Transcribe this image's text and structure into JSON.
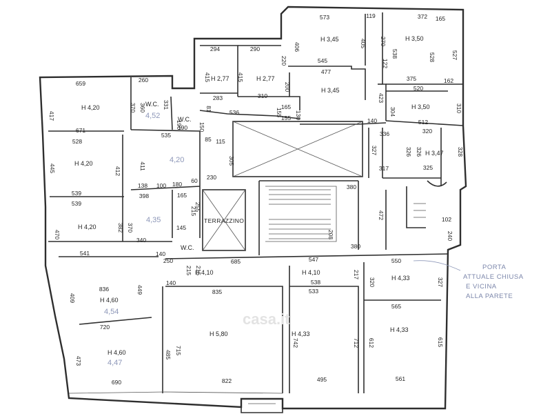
{
  "watermark": "casa.it",
  "terrace_label": "TERRAZZINO",
  "note_lines": [
    "PORTA",
    "ATTUALE CHIUSA",
    "E VICINA",
    "ALLA PARETE"
  ],
  "heights": [
    {
      "id": "h-345-a",
      "text": "H 3,45"
    },
    {
      "id": "h-350-a",
      "text": "H 3,50"
    },
    {
      "id": "h-277-a",
      "text": "H 2,77"
    },
    {
      "id": "h-277-b",
      "text": "H 2,77"
    },
    {
      "id": "h-345-b",
      "text": "H 3,45"
    },
    {
      "id": "h-350-b",
      "text": "H 3,50"
    },
    {
      "id": "h-420-a",
      "text": "H 4,20"
    },
    {
      "id": "wc-1",
      "text": "W.C."
    },
    {
      "id": "wc-2",
      "text": "W.C."
    },
    {
      "id": "h-420-b",
      "text": "H 4,20"
    },
    {
      "id": "h-347",
      "text": "H 3,47"
    },
    {
      "id": "h-420-c",
      "text": "H 4,20"
    },
    {
      "id": "wc-3",
      "text": "W.C."
    },
    {
      "id": "h-410-a",
      "text": "H 4,10"
    },
    {
      "id": "h-410-b",
      "text": "H 4,10"
    },
    {
      "id": "h-433-a",
      "text": "H 4,33"
    },
    {
      "id": "h-460-a",
      "text": "H 4,60"
    },
    {
      "id": "h-580",
      "text": "H 5,80"
    },
    {
      "id": "h-433-b",
      "text": "H 4,33"
    },
    {
      "id": "h-433-c",
      "text": "H 4,33"
    },
    {
      "id": "h-460-b",
      "text": "H 4,60"
    }
  ],
  "handwritten": [
    "4,52",
    "4,20",
    "4,35",
    "4,54",
    "4,47"
  ],
  "dimensions": [
    "573",
    "119",
    "372",
    "165",
    "406",
    "405",
    "270",
    "538",
    "528",
    "527",
    "294",
    "290",
    "220",
    "415",
    "415",
    "545",
    "477",
    "122",
    "375",
    "162",
    "659",
    "260",
    "283",
    "310",
    "200",
    "520",
    "423",
    "304",
    "310",
    "417",
    "370",
    "360",
    "331",
    "536",
    "155",
    "165",
    "130",
    "190",
    "190",
    "81",
    "150",
    "155",
    "140",
    "512",
    "671",
    "535",
    "85",
    "115",
    "336",
    "320",
    "528",
    "327",
    "326",
    "326",
    "328",
    "445",
    "411",
    "412",
    "305",
    "317",
    "325",
    "138",
    "100",
    "180",
    "60",
    "230",
    "380",
    "539",
    "398",
    "165",
    "255",
    "215",
    "539",
    "472",
    "470",
    "382",
    "370",
    "145",
    "208",
    "102",
    "240",
    "340",
    "541",
    "140",
    "250",
    "215",
    "215",
    "685",
    "547",
    "380",
    "550",
    "217",
    "140",
    "835",
    "538",
    "533",
    "320",
    "327",
    "409",
    "836",
    "449",
    "565",
    "720",
    "742",
    "712",
    "612",
    "615",
    "473",
    "485",
    "715",
    "690",
    "822",
    "495",
    "561"
  ]
}
